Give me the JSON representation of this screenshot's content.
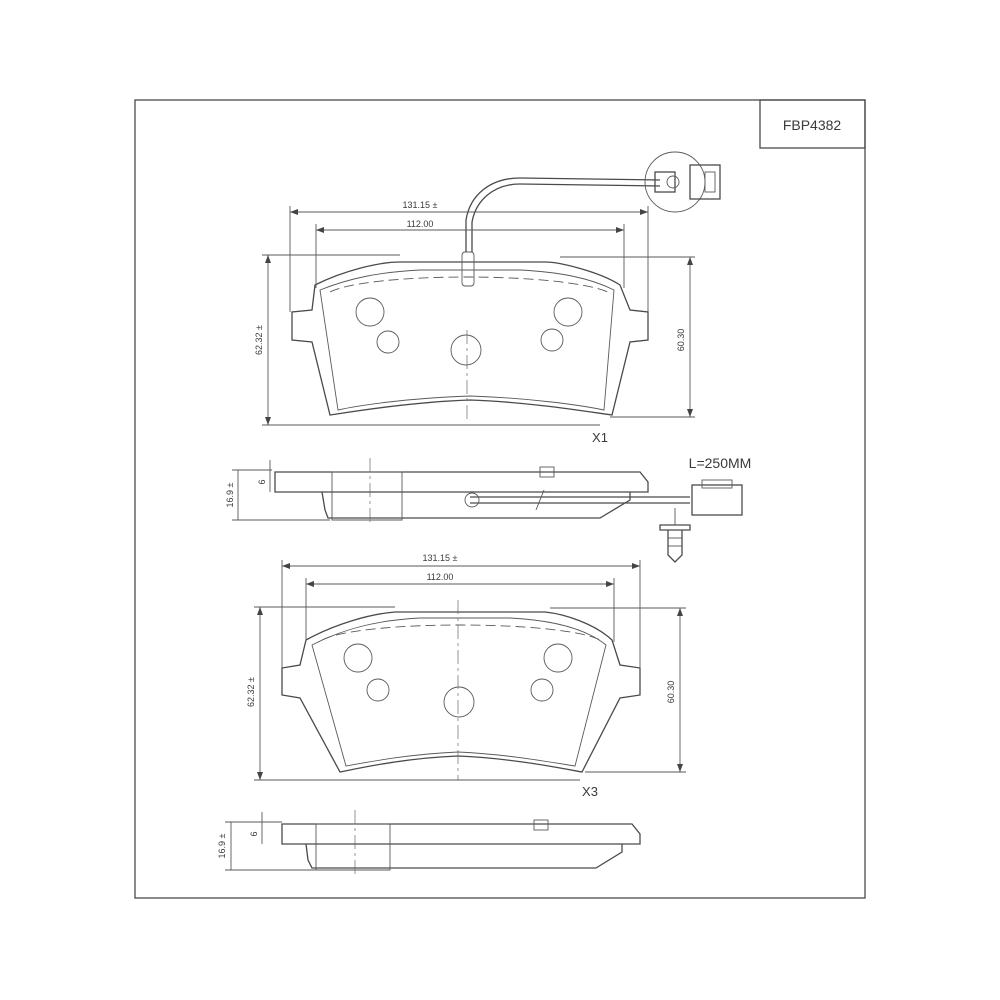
{
  "part_number": "FBP4382",
  "top_view": {
    "width_overall": "131.15 ±",
    "width_inner": "112.00",
    "height_left": "62.32 ±",
    "height_right": "60.30",
    "quantity_label": "X1"
  },
  "side_view_top": {
    "thickness_total": "16.9 ±",
    "thickness_backplate": "6",
    "wire_length": "L=250MM"
  },
  "bottom_view": {
    "width_overall": "131.15 ±",
    "width_inner": "112.00",
    "height_left": "62.32 ±",
    "height_right": "60.30",
    "quantity_label": "X3"
  },
  "side_view_bottom": {
    "thickness_total": "16.9 ±",
    "thickness_backplate": "6"
  }
}
